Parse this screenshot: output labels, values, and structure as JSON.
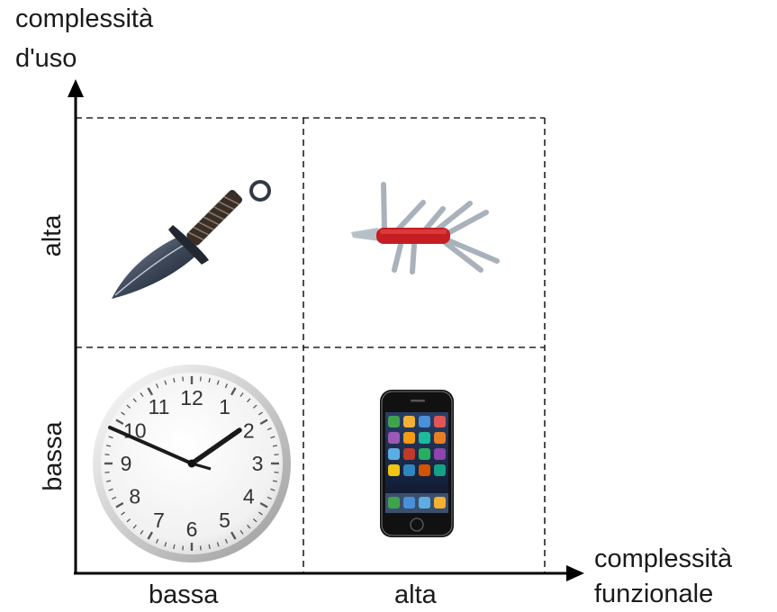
{
  "y_axis": {
    "title_line1": "complessità",
    "title_line2": "d'uso",
    "levels": {
      "high": "alta",
      "low": "bassa"
    }
  },
  "x_axis": {
    "title_line1": "complessità",
    "title_line2": "funzionale",
    "levels": {
      "low": "bassa",
      "high": "alta"
    }
  },
  "quadrants": [
    {
      "position": "top-left",
      "image": "dagger-knife"
    },
    {
      "position": "top-right",
      "image": "swiss-army-knife"
    },
    {
      "position": "bottom-left",
      "image": "wall-clock"
    },
    {
      "position": "bottom-right",
      "image": "smartphone"
    }
  ],
  "clock_numbers": [
    "12",
    "1",
    "2",
    "3",
    "4",
    "5",
    "6",
    "7",
    "8",
    "9",
    "10",
    "11"
  ]
}
